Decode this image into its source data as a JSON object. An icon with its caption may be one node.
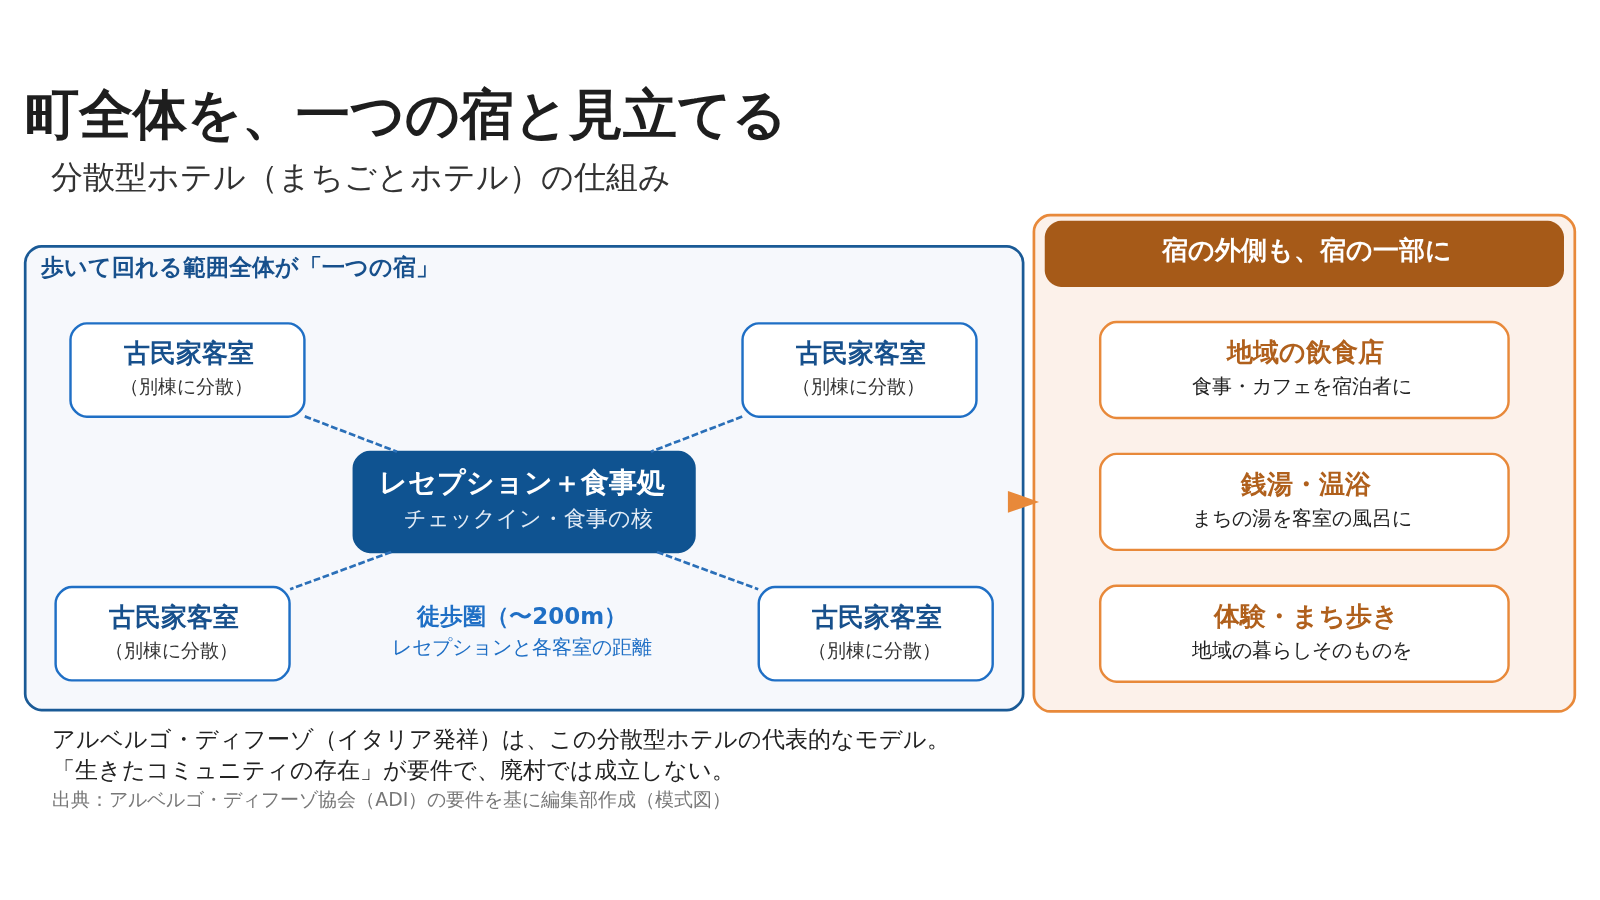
{
  "diagram": {
    "title": "町全体を、一つの宿と見立てる",
    "nodes": [
      {
        "text": [
          "歩いて回れる範囲全体が「一つの宿」"
        ]
      },
      {
        "text": [
          "古民家客室",
          "（別棟に分散）"
        ],
        "in": 0
      },
      {
        "text": [
          "古民家客室",
          "（別棟に分散）"
        ],
        "in": 0
      },
      {
        "text": [
          "レセプション＋食事処",
          "チェックイン・食事の核"
        ],
        "in": 0
      },
      {
        "text": [
          "古民家客室",
          "（別棟に分散）"
        ],
        "in": 0
      },
      {
        "text": [
          "古民家客室",
          "（別棟に分散）"
        ],
        "in": 0
      },
      {
        "text": [
          "宿の外側も、宿の一部に"
        ]
      },
      {
        "text": [
          "地域の飲食店",
          "食事・カフェを宿泊者に"
        ],
        "in": 6
      },
      {
        "text": [
          "銭湯・温浴",
          "まちの湯を客室の風呂に"
        ],
        "in": 6
      },
      {
        "text": [
          "体験・まち歩き",
          "地域の暮らしそのものを"
        ],
        "in": 6
      }
    ],
    "edges": [
      {
        "from": 1,
        "to": 3,
        "arrow": "none",
        "style": "dashed"
      },
      {
        "from": 2,
        "to": 3,
        "arrow": "none",
        "style": "dashed"
      },
      {
        "from": 3,
        "to": 4,
        "arrow": "none",
        "style": "dashed"
      },
      {
        "from": 3,
        "to": 5,
        "arrow": "none",
        "style": "dashed"
      },
      {
        "from": 0,
        "to": 6,
        "arrow": "to",
        "color": "#e8893a"
      }
    ],
    "labels": [
      "分散型ホテル（まちごとホテル）の仕組み",
      "徒歩圏（〜200m）",
      "レセプションと各客室の距離",
      "アルベルゴ・ディフーゾ（イタリア発祥）は、この分散型ホテルの代表的なモデル。",
      "「生きたコミュニティの存在」が要件で、廃村では成立しない。",
      "出典：アルベルゴ・ディフーゾ協会（ADI）の要件を基に編集部作成（模式図）"
    ]
  }
}
